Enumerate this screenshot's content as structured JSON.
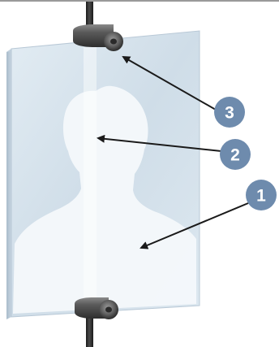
{
  "diagram": {
    "callouts": [
      {
        "number": "1",
        "part": "glass-panel"
      },
      {
        "number": "2",
        "part": "suspension-rod"
      },
      {
        "number": "3",
        "part": "panel-clamp"
      }
    ],
    "colors": {
      "callout_fill": "#6e8bad",
      "arrow": "#1a1a1a",
      "rod": "#2a2a2a",
      "glass_edge": "#b8c8d6",
      "glass_face": "#d6e4ee",
      "silhouette": "#f4f8fb",
      "clamp": "#4a4a4a",
      "top_rule": "#9a9a9a"
    }
  }
}
